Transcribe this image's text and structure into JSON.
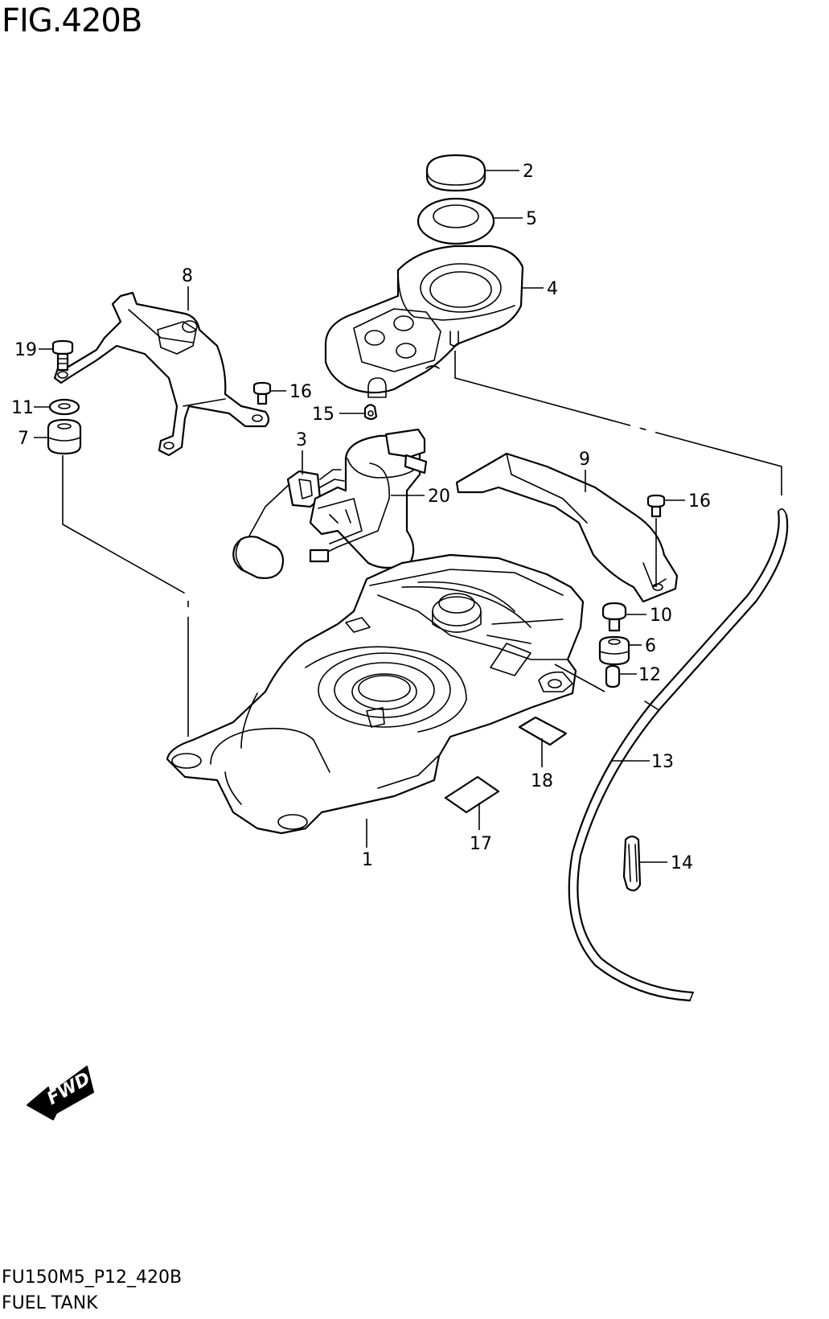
{
  "figure": {
    "title": "FIG.420B",
    "code": "FU150M5_P12_420B",
    "name": "FUEL TANK"
  },
  "fwd_label": "FWD",
  "parts": [
    {
      "id": "1",
      "label": "1"
    },
    {
      "id": "2",
      "label": "2"
    },
    {
      "id": "3",
      "label": "3"
    },
    {
      "id": "4",
      "label": "4"
    },
    {
      "id": "5",
      "label": "5"
    },
    {
      "id": "6",
      "label": "6"
    },
    {
      "id": "7",
      "label": "7"
    },
    {
      "id": "8",
      "label": "8"
    },
    {
      "id": "9",
      "label": "9"
    },
    {
      "id": "10",
      "label": "10"
    },
    {
      "id": "11",
      "label": "11"
    },
    {
      "id": "12",
      "label": "12"
    },
    {
      "id": "13",
      "label": "13"
    },
    {
      "id": "14",
      "label": "14"
    },
    {
      "id": "15",
      "label": "15"
    },
    {
      "id": "16a",
      "label": "16"
    },
    {
      "id": "16b",
      "label": "16"
    },
    {
      "id": "17",
      "label": "17"
    },
    {
      "id": "18",
      "label": "18"
    },
    {
      "id": "19",
      "label": "19"
    },
    {
      "id": "20",
      "label": "20"
    }
  ]
}
